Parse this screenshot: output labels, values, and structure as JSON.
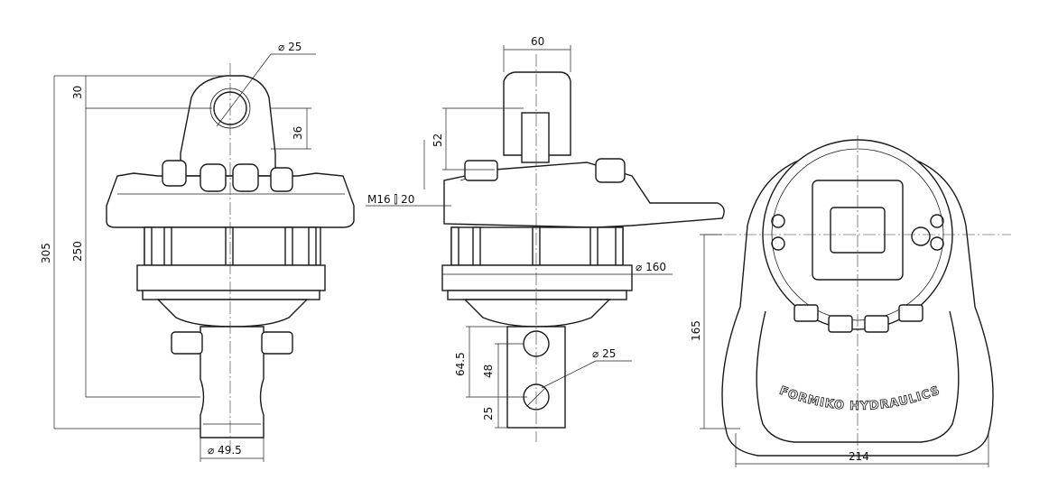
{
  "dimensions": {
    "pin_diameter_top": "25",
    "top_offset": "30",
    "ear_height": "36",
    "total_height": "305",
    "body_height": "250",
    "thread": "M16",
    "thread_depth": "20",
    "side_width": "60",
    "side_height": "52",
    "flange_diameter": "160",
    "shaft_length": "64.5",
    "shaft_hole_spacing": "48",
    "shaft_bottom": "25",
    "shaft_pin_diameter": "25",
    "shaft_diameter": "49.5",
    "base_height": "165",
    "base_width": "214"
  },
  "symbols": {
    "diameter": "⌀",
    "depth": "⫿"
  },
  "brand_text": "FORMIKO HYDRAULICS",
  "colors": {
    "line": "#1a1a1a",
    "background": "#ffffff"
  }
}
